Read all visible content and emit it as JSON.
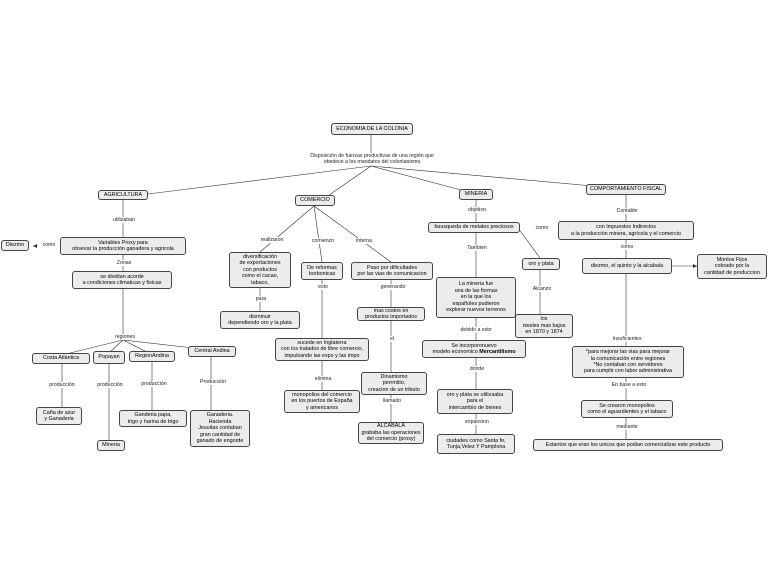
{
  "nodes": {
    "root": "ECONOMIA DE LA COLONIA",
    "agricultura": "AGRICULTURA",
    "comercio": "COMERCIO",
    "mineria": "MINERIA",
    "fiscal": "COMPORTAMIENTO FISCAL",
    "diezmo": "Diezmo",
    "variables_proxy": "Variables Proxy para\nobsevar la producción ganadera y agricola",
    "se_dividian": "se dividian acorde\na condiciones climaticas y fisicas",
    "costa": "Costa Atlántica",
    "popayan": "Popayan",
    "region_andina": "RegionAndina",
    "central_andina": "Central Andina",
    "cana": "Caña de azur\ny Ganaderia",
    "mineria_popayan": "Mineria",
    "ganaderia_papa": "Ganderia papa,\ntrigo y harina de trigo",
    "ganaderia_hacienda": "Ganaderia.\nHacienda\nJesuitas contaban\ngran cantidad de\nganado de engorde",
    "diversificacion": "diversificación\nde  exportaciones\ncon  productos\ncomo el cacao,\ntabaco,",
    "disminuir": "disminuir\ndependiendo  oro y la plata",
    "reformas": "De reformas\nborbonicas",
    "paso": "Paso por dificultades\npor las vias de comunicacion",
    "mas_costos": "mas costos en\nproductos importados",
    "sucede": "sucede en Inglaterra\ncon los tratados de libre comercio,\nimpulsando las expo y las impo",
    "dinamismo": "Dinamismo\nperrmitio,\ncreacion de un tributo",
    "monopolios_comercio": "monopolios del comercio\nen los puertos de España\ny americanos",
    "alcabala": "ALCABALA\ngrababa las operaciones\ndel comercio (proxy)",
    "busqueda": "buusqueda de metales preciosos",
    "oro_plata": "oro y plata",
    "mineria_fue": "La mineria fue\nuna de las formas\nen la que los\nespañoles pudieron\nexplorar  nuevos terrenos",
    "niveles": "los\nniveles mas bajos\nen 1870 y 1874",
    "mercantilismo_a": "Se incorporonuevo\nmodelo economico ",
    "mercantilismo_b": "Mercantilismo",
    "intercambio": "oro y plata se utilizaaba\npara el\nintercambio de bienes",
    "ciudades": "ciudades como Santa fe,\nTunja,Velez Y Pamplona",
    "impuestos": "con Impuestos Indirectos\na la producción minera, agrícola y el comercio",
    "diezmo_quinto": "diezmo, el quinto y la alcabala",
    "montos": "Montos Fijos\ncobrado por la\ncantidad de produccion",
    "mejorar": "*para mejorar las vias para mejorar\nla comunicación entre regiones\n*No contaban con servidores\npara cumplir con labor administrativa",
    "monopolios_fiscal": "Se crearon monopolios\ncomo el aguardientes y el tabaco",
    "estantos": "Estantos que eran los unicos que podian comercializar este producto"
  },
  "labels": {
    "disposicion": "Disposición de fuerzas productivas de una región que\nobedece a los mandatos del colonianismo",
    "utilizaban": "utilizaban",
    "como_diezmo": "como",
    "zonas": "Zonas",
    "regiones": "regiones",
    "produccion_costa": "producción",
    "produccion_popayan": "producción",
    "produccion_andina": "producción",
    "produccion_central": "Producción",
    "realizaron": "realizaron",
    "para": "para",
    "comienzo": "comienzo",
    "esto": "esto",
    "interna": "interna",
    "generando": "generando",
    "el": "el",
    "elimina": "elimina",
    "llamado": "llamado",
    "objetivo": "objetivo",
    "como_mineria": "como",
    "tambien": "Tambien",
    "alcanzo": "Alcanzo",
    "debido": "debido a esto",
    "donde": "donde",
    "expansion": "expansion",
    "contable": "Contable",
    "como_fiscal": "como",
    "insuficientes": "Insuficientes",
    "en_base": "En base a esto",
    "mediante": "mediante"
  }
}
